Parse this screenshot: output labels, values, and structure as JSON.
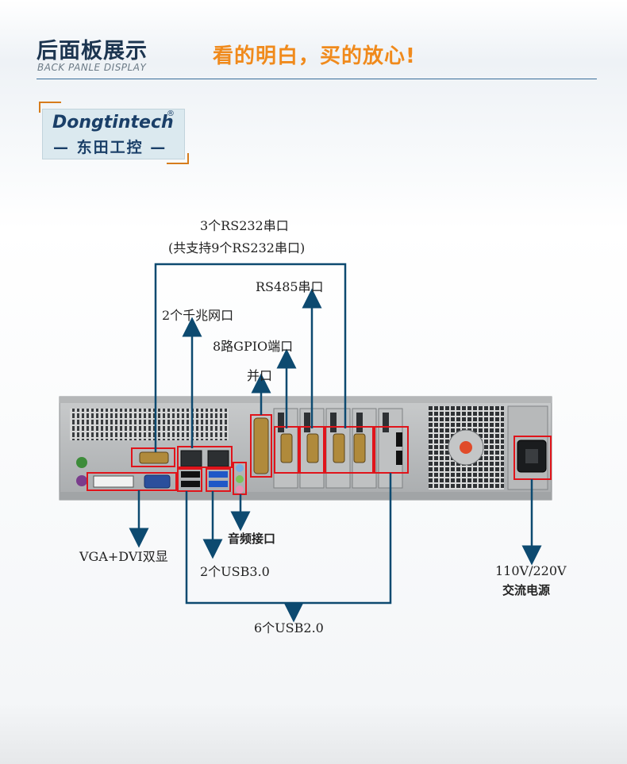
{
  "header": {
    "title_cn": "后面板展示",
    "title_en": "BACK PANLE DISPLAY",
    "slogan": "看的明白，买的放心!"
  },
  "logo": {
    "brand_en": "Dongtintech",
    "reg_mark": "®",
    "brand_cn": "— 东田工控 —"
  },
  "labels": {
    "rs232_line1": "3个RS232串口",
    "rs232_line2": "(共支持9个RS232串口)",
    "rs485": "RS485串口",
    "lan": "2个千兆网口",
    "gpio": "8路GPIO端口",
    "parallel": "并口",
    "vga_dvi": "VGA+DVI双显",
    "audio": "音频接口",
    "usb3": "2个USB3.0",
    "usb2": "6个USB2.0",
    "power_line1": "110V/220V",
    "power_line2": "交流电源"
  },
  "colors": {
    "arrow": "#0d4a70",
    "highlight": "#e0141b",
    "accent": "#f08a1c",
    "title": "#1c3550"
  }
}
